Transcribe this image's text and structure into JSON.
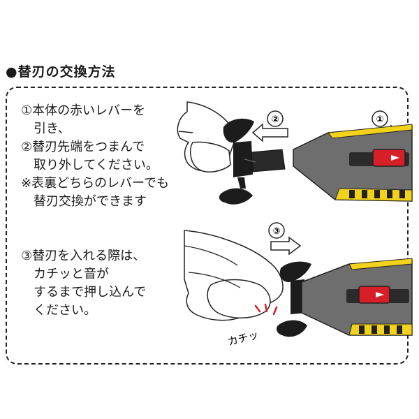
{
  "heading": "●替刃の交換方法",
  "step1": {
    "lines": [
      "①本体の赤いレバーを",
      "　引き、",
      "②替刃先端をつまんで",
      "　取り外してください。",
      "※表裏どちらのレバーでも",
      "　替刃交換ができます"
    ]
  },
  "step2": {
    "lines": [
      "③替刃を入れる際は、",
      "　カチッと音が",
      "　するまで押し込んで",
      "　ください。"
    ]
  },
  "markers": {
    "m1": "①",
    "m2": "②",
    "m3": "③"
  },
  "sound_text": "カチッ",
  "colors": {
    "body_yellow": "#f2d21a",
    "body_gray": "#6e6e6e",
    "lever_red": "#d61f26",
    "blade_black": "#1c1c1c"
  }
}
